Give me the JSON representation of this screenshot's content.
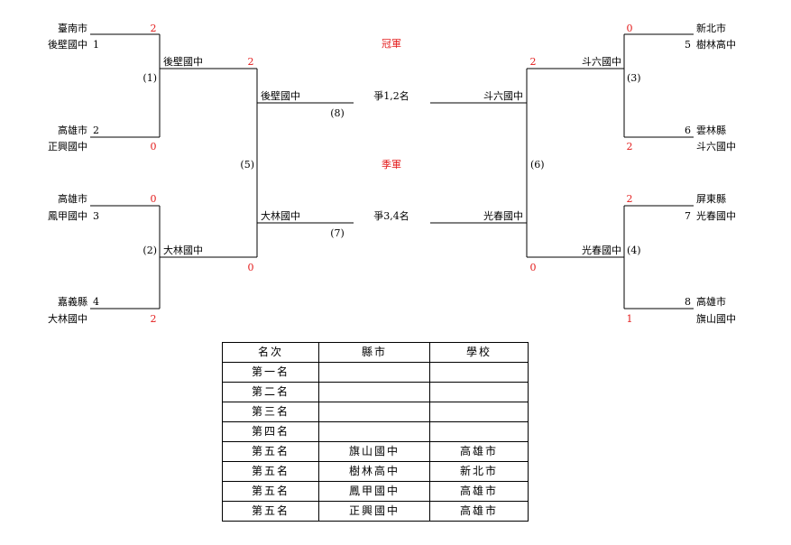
{
  "bracket": {
    "left": {
      "teams": [
        {
          "seed": "1",
          "county": "臺南市",
          "school": "後壁國中",
          "score": "2"
        },
        {
          "seed": "2",
          "county": "高雄市",
          "school": "正興國中",
          "score": "0"
        },
        {
          "seed": "3",
          "county": "高雄市",
          "school": "鳳甲國中",
          "score": "0"
        },
        {
          "seed": "4",
          "county": "嘉義縣",
          "school": "大林國中",
          "score": "2"
        }
      ],
      "round1": [
        {
          "label": "(1)",
          "winner": "後壁國中",
          "score": "2"
        },
        {
          "label": "(2)",
          "winner": "大林國中",
          "score": "0"
        }
      ],
      "semi": {
        "label": "(5)"
      }
    },
    "right": {
      "teams": [
        {
          "seed": "5",
          "county": "新北市",
          "school": "樹林高中",
          "score": "0"
        },
        {
          "seed": "6",
          "county": "雲林縣",
          "school": "斗六國中",
          "score": "2"
        },
        {
          "seed": "7",
          "county": "屏東縣",
          "school": "光春國中",
          "score": "2"
        },
        {
          "seed": "8",
          "county": "高雄市",
          "school": "旗山國中",
          "score": "1"
        }
      ],
      "round1": [
        {
          "label": "(3)",
          "winner": "斗六國中",
          "score": "2"
        },
        {
          "label": "(4)",
          "winner": "光春國中",
          "score": "0"
        }
      ],
      "semi": {
        "label": "(6)"
      }
    },
    "finals": {
      "champion_title": "冠軍",
      "champion_label": "爭1,2名",
      "champion_match": "(8)",
      "champion_left": "後壁國中",
      "champion_right": "斗六國中",
      "third_title": "季軍",
      "third_label": "爭3,4名",
      "third_match": "(7)",
      "third_left": "大林國中",
      "third_right": "光春國中"
    }
  },
  "table": {
    "headers": [
      "名次",
      "縣市",
      "學校"
    ],
    "rows": [
      [
        "第一名",
        "",
        ""
      ],
      [
        "第二名",
        "",
        ""
      ],
      [
        "第三名",
        "",
        ""
      ],
      [
        "第四名",
        "",
        ""
      ],
      [
        "第五名",
        "旗山國中",
        "高雄市"
      ],
      [
        "第五名",
        "樹林高中",
        "新北市"
      ],
      [
        "第五名",
        "鳳甲國中",
        "高雄市"
      ],
      [
        "第五名",
        "正興國中",
        "高雄市"
      ]
    ]
  },
  "colors": {
    "score": "#e31b1b",
    "title": "#e31b1b",
    "text": "#000000"
  }
}
